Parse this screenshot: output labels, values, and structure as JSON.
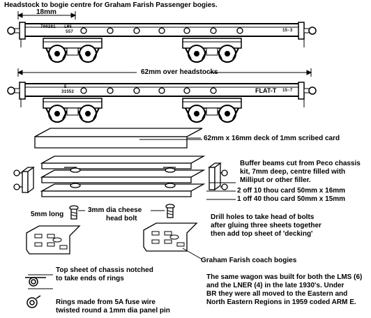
{
  "headings": {
    "top_caption": "Headstock to bogie centre for Graham Farish Passenger bogies.",
    "dim_18": "18mm",
    "dim_62": "62mm over headstocks"
  },
  "wagon_top": {
    "num_left": "700281",
    "mark": "LMS",
    "mark_num": "557",
    "right_code": "15-3"
  },
  "wagon_bottom": {
    "mark_top": "E",
    "num": "31552",
    "flat": "FLAT-T",
    "right_code": "15-7"
  },
  "callouts": {
    "deck": "62mm x 16mm deck of 1mm scribed card",
    "buffer_beams": [
      "Buffer beams cut from Peco chassis",
      "kit, 7mm deep, centre filled with",
      "Milliput or other filler."
    ],
    "card_10thou": "2 off 10 thou card 50mm x 16mm",
    "card_40thou": "1 off 40 thou card 50mm x 15mm",
    "bolt_len": "5mm long",
    "bolt_desc": [
      "3mm dia cheese",
      "head bolt"
    ],
    "drill": [
      "Drill holes to take head of bolts",
      "after gluing three sheets together",
      "then add top sheet of 'decking'"
    ],
    "bogies": "Graham Farish coach bogies",
    "notched": [
      "Top sheet of chassis notched",
      "to take ends of rings"
    ],
    "rings": [
      "Rings made from 5A fuse wire",
      "twisted round a 1mm dia panel pin"
    ],
    "history": [
      "The same wagon was built for both the LMS (6)",
      "and the LNER (4) in the late 1930's.  Under",
      "BR they were all moved to the Eastern and",
      "North Eastern Regions in 1959 coded ARM E."
    ]
  }
}
